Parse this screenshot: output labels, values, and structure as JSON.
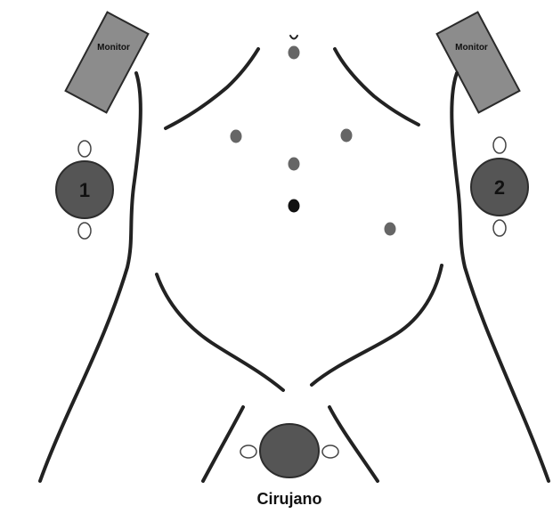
{
  "monitors": [
    {
      "label": "Monitor"
    },
    {
      "label": "Monitor"
    }
  ],
  "assistants": [
    {
      "number": "1"
    },
    {
      "number": "2"
    }
  ],
  "surgeon": {
    "label": "Cirujano"
  },
  "colors": {
    "monitor_fill": "#8c8c8c",
    "person_fill": "#555555",
    "port_fill": "#666666",
    "camera_port_fill": "#111111",
    "outline": "#222222"
  }
}
